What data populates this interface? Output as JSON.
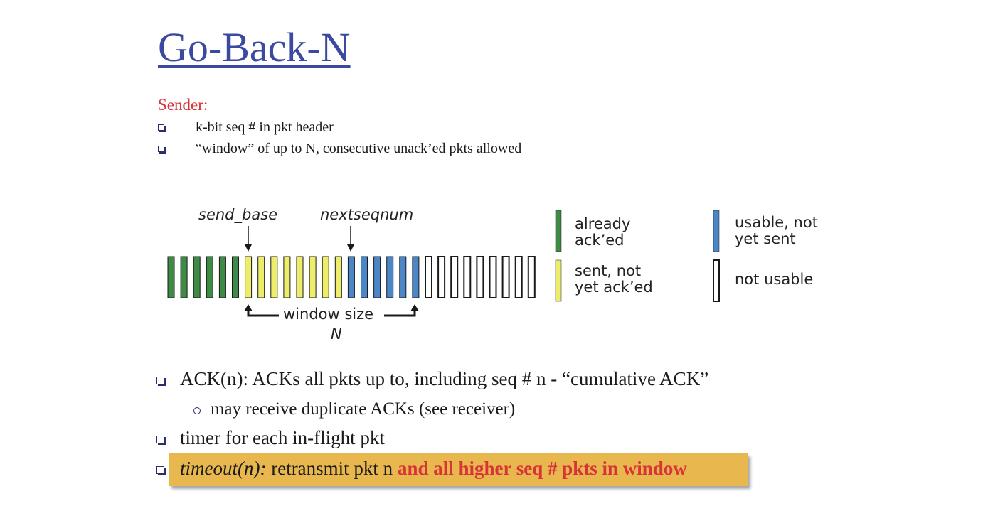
{
  "title": "Go-Back-N",
  "sender_heading": "Sender:",
  "sender_bullets": [
    "k-bit seq # in pkt header",
    "“window” of up to N, consecutive unack’ed pkts allowed"
  ],
  "diagram": {
    "send_base_label": "send_base",
    "nextseqnum_label": "nextseqnum",
    "window_size_label": "window size",
    "window_n_label": "N",
    "packets": {
      "acked": 6,
      "sent_not_acked": 8,
      "usable_not_sent": 6,
      "not_usable": 9
    },
    "colors": {
      "acked": "#3d8b45",
      "sent_not_acked": "#eded6a",
      "usable_not_sent": "#4a86c8",
      "not_usable": "#ffffff",
      "outline": "#1a1a1a"
    }
  },
  "legend": {
    "already_acked_line1": "already",
    "already_acked_line2": "ack’ed",
    "sent_not_acked_line1": "sent, not",
    "sent_not_acked_line2": "yet ack’ed",
    "usable_line1": "usable, not",
    "usable_line2": "yet sent",
    "not_usable": "not usable"
  },
  "main_bullets": {
    "ack": "ACK(n): ACKs all pkts up to, including seq # n - “cumulative ACK”",
    "ack_sub": "may receive duplicate ACKs (see receiver)",
    "timer": "timer for each in-flight pkt",
    "timeout_italic": "timeout(n):",
    "timeout_plain": " retransmit pkt n ",
    "timeout_red": "and all higher seq # pkts in window"
  }
}
